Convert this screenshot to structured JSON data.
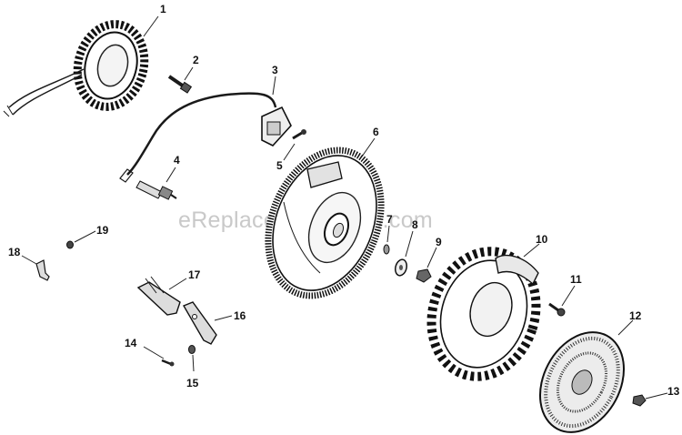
{
  "watermark": "eReplacementParts.com",
  "callouts": [
    "1",
    "2",
    "3",
    "4",
    "5",
    "6",
    "7",
    "8",
    "9",
    "10",
    "11",
    "12",
    "13",
    "14",
    "15",
    "16",
    "17",
    "18",
    "19"
  ]
}
